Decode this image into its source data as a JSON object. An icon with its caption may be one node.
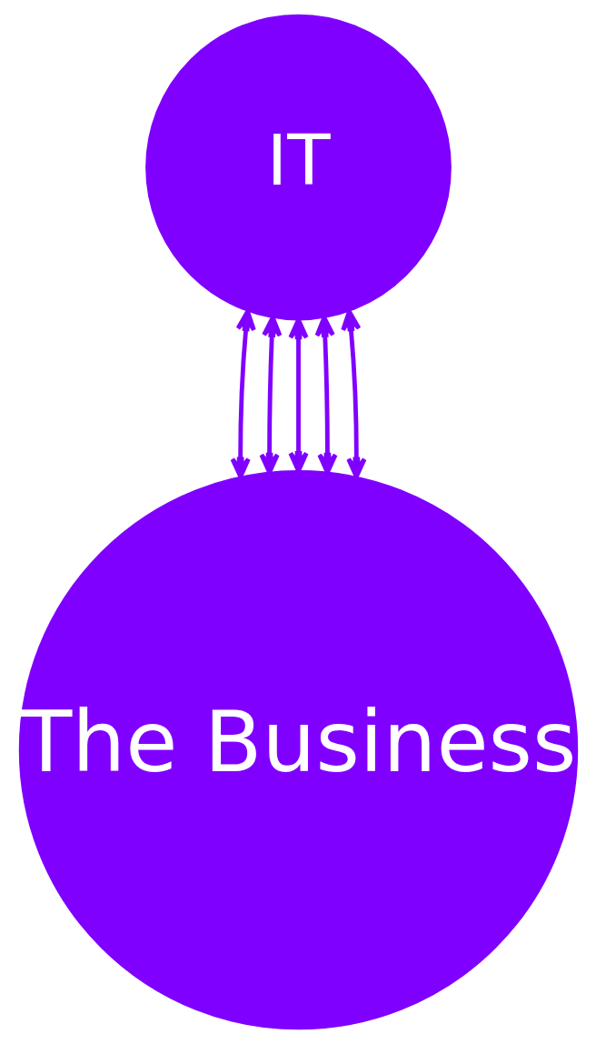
{
  "diagram": {
    "nodes": [
      {
        "text": [
          "IT"
        ]
      },
      {
        "text": [
          "The Business"
        ]
      }
    ],
    "edges": [
      {
        "from": 0,
        "to": 1,
        "arrow": "both"
      },
      {
        "from": 0,
        "to": 1,
        "arrow": "both"
      },
      {
        "from": 0,
        "to": 1,
        "arrow": "both"
      },
      {
        "from": 0,
        "to": 1,
        "arrow": "both"
      },
      {
        "from": 0,
        "to": 1,
        "arrow": "both"
      }
    ]
  }
}
